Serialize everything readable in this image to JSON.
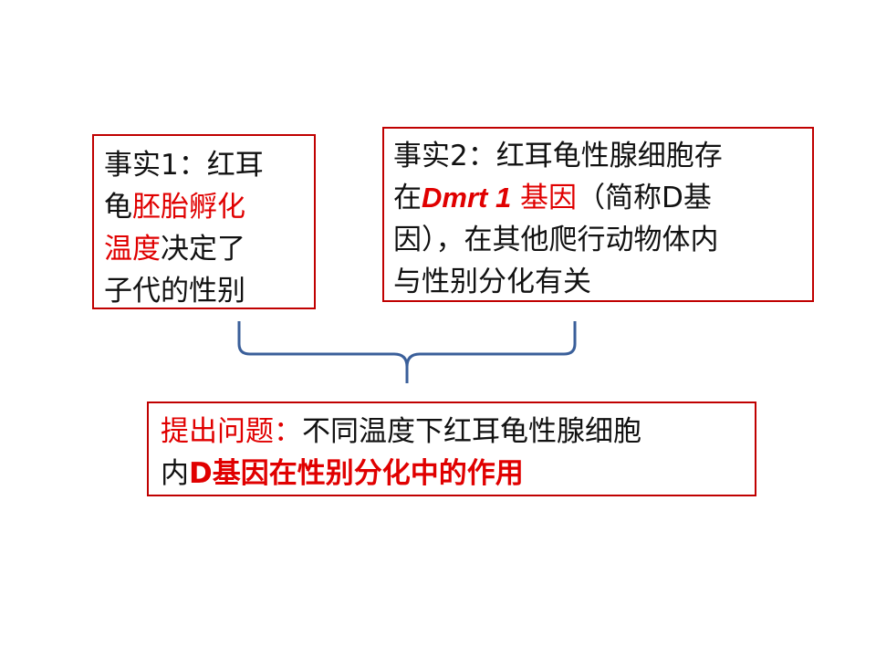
{
  "fact1": {
    "line1": "事实1：红耳",
    "line2_prefix": "龟",
    "line2_red": "胚胎孵化",
    "line3_red": "温度",
    "line3_rest": "决定了",
    "line4": "子代的性别"
  },
  "fact2": {
    "line1": "事实2：红耳龟性腺细胞存",
    "line2_prefix": "在",
    "line2_gene": "Dmrt 1",
    "line2_red": " 基因",
    "line2_rest": "（简称D基",
    "line3": "因），在其他爬行动物体内",
    "line4": "与性别分化有关"
  },
  "question": {
    "label": "提出问题：",
    "line1_rest": "不同温度下红耳龟性腺细胞",
    "line2_prefix": "内",
    "line2_red": "D基因在性别分化中的作用"
  },
  "colors": {
    "accent_red": "#e00000",
    "border_red": "#c00000",
    "brace_blue": "#3a5f9a"
  }
}
